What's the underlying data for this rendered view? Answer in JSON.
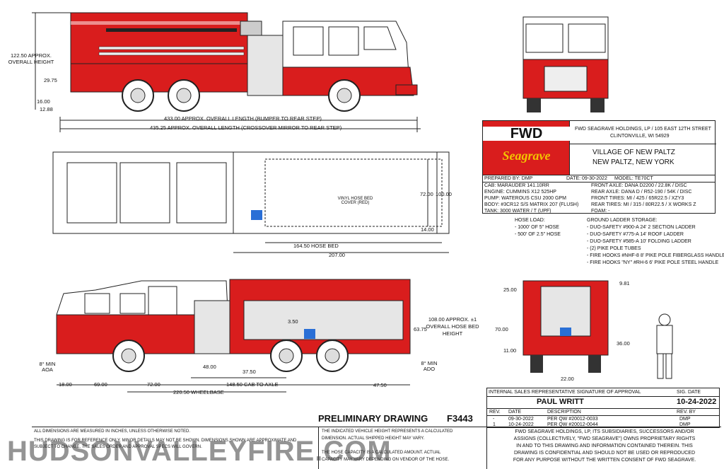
{
  "dims": {
    "overall_height": "122.50 APPROX. OVERALL HEIGHT",
    "d_29_75": "29.75",
    "d_16": "16.00",
    "d_12_88": "12.88",
    "len_bumper": "433.00 APPROX. OVERALL LENGTH (BUMPER TO REAR STEP)",
    "len_mirror": "435.25 APPROX. OVERALL LENGTH (CROSSOVER MIRROR TO REAR STEP)",
    "hose_bed_cover": "VINYL HOSE BED COVER (RED)",
    "w_72": "72.00",
    "w_100": "100.00",
    "d_14": "14.00",
    "hose_bed": "164.50 HOSE BED",
    "d_207": "207.00",
    "bed_height": "108.00 APPROX. ±1 OVERALL HOSE BED HEIGHT",
    "d_63_75": "63.75",
    "d_3_50": "3.50",
    "aoa": "8° MIN AOA",
    "ado": "8° MIN ADO",
    "d_18": "18.00",
    "d_69": "69.00",
    "d_72b": "72.00",
    "d_48": "48.00",
    "d_37_5": "37.50",
    "d_47_5": "47.50",
    "cab_axle": "148.50 CAB TO AXLE",
    "wheelbase": "220.50 WHEELBASE",
    "r_9_81": "9.81",
    "r_25": "25.00",
    "r_70": "70.00",
    "r_36": "36.00",
    "r_11": "11.00",
    "r_22": "22.00"
  },
  "titleblock": {
    "logo_top": "FWD",
    "logo_script": "Seagrave",
    "company": "FWD SEAGRAVE HOLDINGS, LP / 105 EAST 12TH STREET",
    "company_city": "CLINTONVILLE, WI 54929",
    "customer_1": "VILLAGE OF NEW PALTZ",
    "customer_2": "NEW PALTZ, NEW YORK",
    "prepared": "PREPARED BY: DMP",
    "date": "DATE: 09-30-2022",
    "model": "MODEL: TE70CT",
    "specs_left": [
      "CAB: MARAUDER 141.10RR",
      "ENGINE: CUMMINS X12 525HP",
      "PUMP: WATEROUS CSU 2000 GPM",
      "BODY: #3CR12 S/S MATRIX 207 (FLUSH)",
      "TANK: 3000 WATER / T (UPF)"
    ],
    "specs_right": [
      "FRONT AXLE: DANA D2200 / 22.8K / DISC",
      "REAR AXLE: DANA D / R52-190 / 54K / DISC",
      "FRONT TIRES: MI / 425 / 65R22.5 / XZY3",
      "REAR TIRES: MI / 315 / 80R22.5 / X WORKS Z",
      "FOAM: -"
    ]
  },
  "notes": {
    "hose_load_title": "HOSE LOAD:",
    "hose_load": [
      "- 1000' OF 5\" HOSE",
      "- 500' OF 2.5\" HOSE"
    ],
    "ladder_title": "GROUND LADDER STORAGE:",
    "ladders": [
      "- DUO-SAFETY #900-A 24' 2 SECTION LADDER",
      "- DUO-SAFETY #775-A 14' ROOF LADDER",
      "- DUO-SAFETY #585-A 10' FOLDING LADDER",
      "- (2) PIKE POLE TUBES",
      "- FIRE HOOKS #NHF-8 8' PIKE POLE FIBERGLASS HANDLE",
      "- FIRE HOOKS \"NY\" #RH-6 6' PIKE POLE STEEL HANDLE"
    ]
  },
  "approval": {
    "header": "INTERNAL SALES REPRESENTATIVE SIGNATURE OF APPROVAL",
    "sig_date": "SIG. DATE",
    "name": "PAUL WRITT",
    "sign_date": "10-24-2022",
    "cols": [
      "REV.",
      "DATE",
      "DESCRIPTION",
      "REV. BY"
    ],
    "revs": [
      {
        "rev": "-",
        "date": "09-30-2022",
        "desc": "PER QW #20012-0033",
        "by": "DMP"
      },
      {
        "rev": "1",
        "date": "10-24-2022",
        "desc": "PER QW #20012-0044",
        "by": "DMP"
      }
    ]
  },
  "footer": {
    "prelim": "PRELIMINARY DRAWING",
    "number": "F3443",
    "note1": "ALL DIMENSIONS ARE MEASURED IN INCHES, UNLESS OTHERWISE NOTED.",
    "note2": "THIS DRAWING IS FOR REFERENCE ONLY. MINOR DETAILS MAY NOT BE SHOWN. DIMENSIONS SHOWN ARE APPROXIMATE AND SUBJECT TO CHANGE. THE SALES ORDER AND APPROVAL SPECS WILL GOVERN.",
    "note3a": "THE INDICATED VEHICLE HEIGHT REPRESENTS A CALCULATED",
    "note3b": "DIMENSION. ACTUAL SHIPPED HEIGHT MAY VARY.",
    "note4a": "THE HOSE CAPACITY IS A CALCULATED AMOUNT. ACTUAL",
    "note4b": "CAPACITY MAY VARY DEPENDING ON VENDOR OF THE HOSE.",
    "legal": [
      "FWD SEAGRAVE HOLDINGS, LP, ITS SUBSIDIARIES, SUCCESSORS AND/OR",
      "ASSIGNS (COLLECTIVELY, \"FWD SEAGRAVE\") OWNS PROPRIETARY RIGHTS",
      "IN AND TO THIS DRAWING AND INFORMATION CONTAINED THEREIN. THIS",
      "DRAWING IS CONFIDENTIAL AND SHOULD NOT BE USED OR REPRODUCED",
      "FOR ANY PURPOSE WITHOUT THE WRITTEN CONSENT OF FWD SEAGRAVE."
    ],
    "watermark": "HUDSONVALLEYFIRE.COM"
  }
}
